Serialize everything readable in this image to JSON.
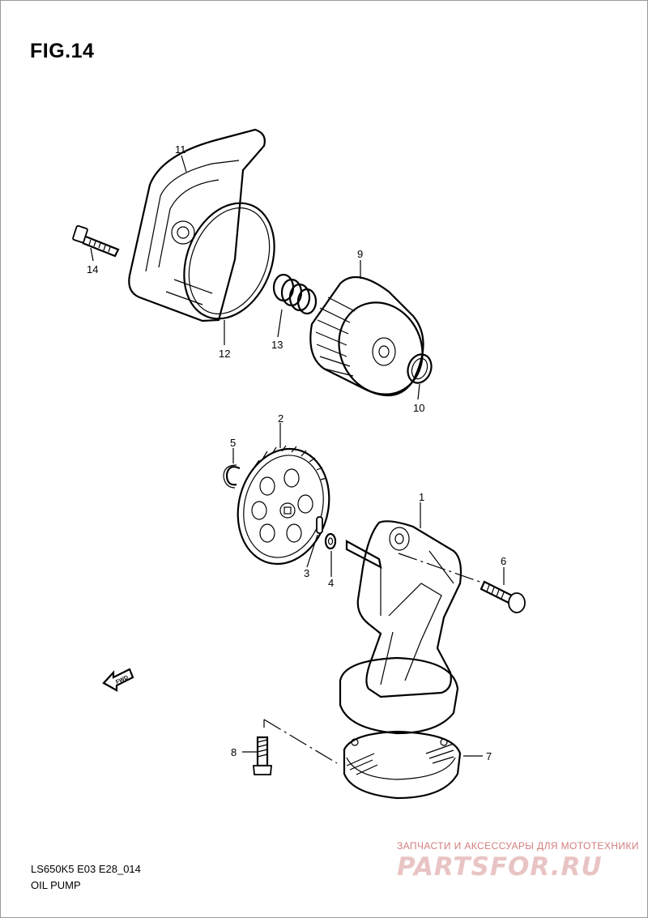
{
  "figure": {
    "title": "FIG.14"
  },
  "doc": {
    "code": "LS650K5 E03 E28_014",
    "name": "OIL PUMP"
  },
  "fwd_label": "FWD",
  "watermark": {
    "tagline": "ЗАПЧАСТИ И АКСЕССУАРЫ ДЛЯ МОТОТЕХНИКИ",
    "logo": "PARTSFOR.RU"
  },
  "parts": [
    {
      "ref": "1",
      "name": "oil-pump-body"
    },
    {
      "ref": "2",
      "name": "oil-pump-driven-gear"
    },
    {
      "ref": "3",
      "name": "pin"
    },
    {
      "ref": "4",
      "name": "washer"
    },
    {
      "ref": "5",
      "name": "circlip"
    },
    {
      "ref": "6",
      "name": "bolt"
    },
    {
      "ref": "7",
      "name": "oil-strainer"
    },
    {
      "ref": "8",
      "name": "bolt"
    },
    {
      "ref": "9",
      "name": "oil-filter"
    },
    {
      "ref": "10",
      "name": "o-ring"
    },
    {
      "ref": "11",
      "name": "oil-filter-cap"
    },
    {
      "ref": "12",
      "name": "o-ring"
    },
    {
      "ref": "13",
      "name": "spring"
    },
    {
      "ref": "14",
      "name": "bolt"
    }
  ]
}
